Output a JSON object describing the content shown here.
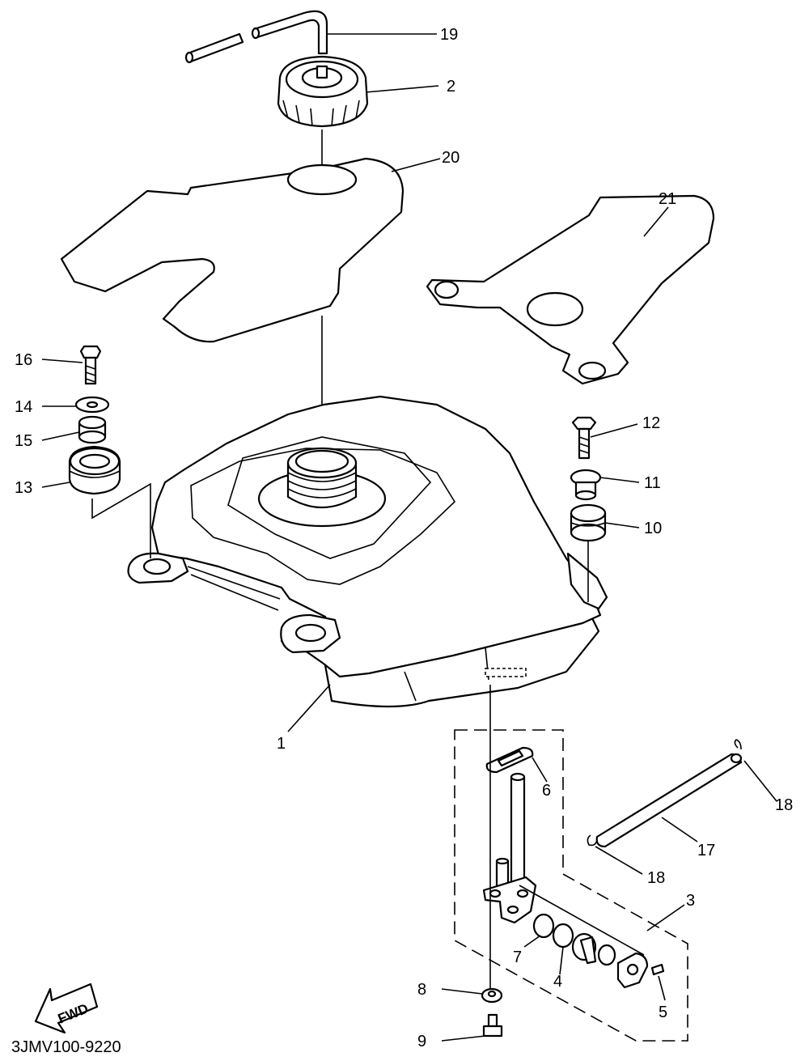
{
  "diagram": {
    "drawing_code": "3JMV100-9220",
    "direction_mark": "FWD",
    "part_numbers": {
      "p1": "1",
      "p2": "2",
      "p3": "3",
      "p4": "4",
      "p5": "5",
      "p6": "6",
      "p7": "7",
      "p8": "8",
      "p9": "9",
      "p10": "10",
      "p11": "11",
      "p12": "12",
      "p13": "13",
      "p14": "14",
      "p15": "15",
      "p16": "16",
      "p17": "17",
      "p18a": "18",
      "p18b": "18",
      "p19": "19",
      "p20": "20",
      "p21": "21"
    }
  }
}
